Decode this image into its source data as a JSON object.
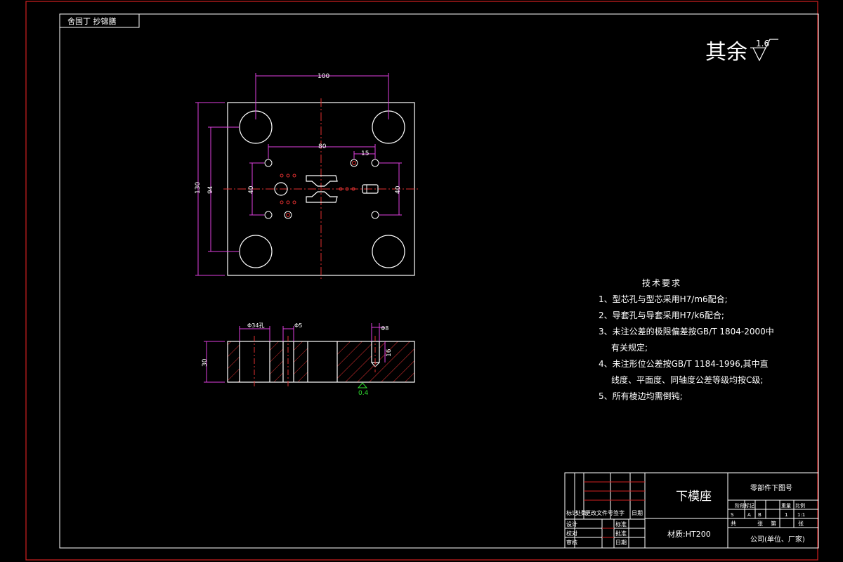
{
  "header": {
    "tag": "舍国丁 抄锦膳"
  },
  "roughness": {
    "label": "其余",
    "value": "1.6"
  },
  "plan_view": {
    "dim_top_width": "100",
    "dim_inner_width": "80",
    "dim_small": "15",
    "dim_left_outer": "130",
    "dim_left_inner": "94",
    "dim_inner_left": "40",
    "dim_inner_right": "40"
  },
  "section_view": {
    "dim_hole_a": "Φ34孔",
    "dim_hole_b": "Φ5",
    "dim_hole_c": "Φ8",
    "dim_height": "30",
    "dim_depth": "16",
    "roughness_value": "0.4"
  },
  "tech_requirements": {
    "title": "技术要求",
    "items": [
      "1、型芯孔与型芯采用H7/m6配合;",
      "2、导套孔与导套采用H7/k6配合;",
      "3、未注公差的极限偏差按GB/T 1804-2000中",
      "有关规定;",
      "4、未注形位公差按GB/T 1184-1996,其中直",
      "线度、平面度、同轴度公差等级均按C级;",
      "5、所有棱边均需倒钝;"
    ]
  },
  "title_block": {
    "part_name": "下模座",
    "material": "材质:HT200",
    "drawing_no_header": "零部件下图号",
    "company": "公司(单位、厂家)",
    "col_labels": [
      "标记",
      "处数",
      "更改文件号",
      "签字",
      "日期"
    ],
    "row_labels": [
      "设计",
      "校对",
      "审核"
    ],
    "sign_labels": [
      "标准",
      "批准",
      "日期"
    ],
    "small_headers": [
      "阶段标记",
      "重量",
      "比例"
    ],
    "small_values": [
      "S",
      "A",
      "B",
      "1",
      "1:1"
    ],
    "sheet_info": [
      "共",
      "张",
      "第",
      "张"
    ]
  }
}
